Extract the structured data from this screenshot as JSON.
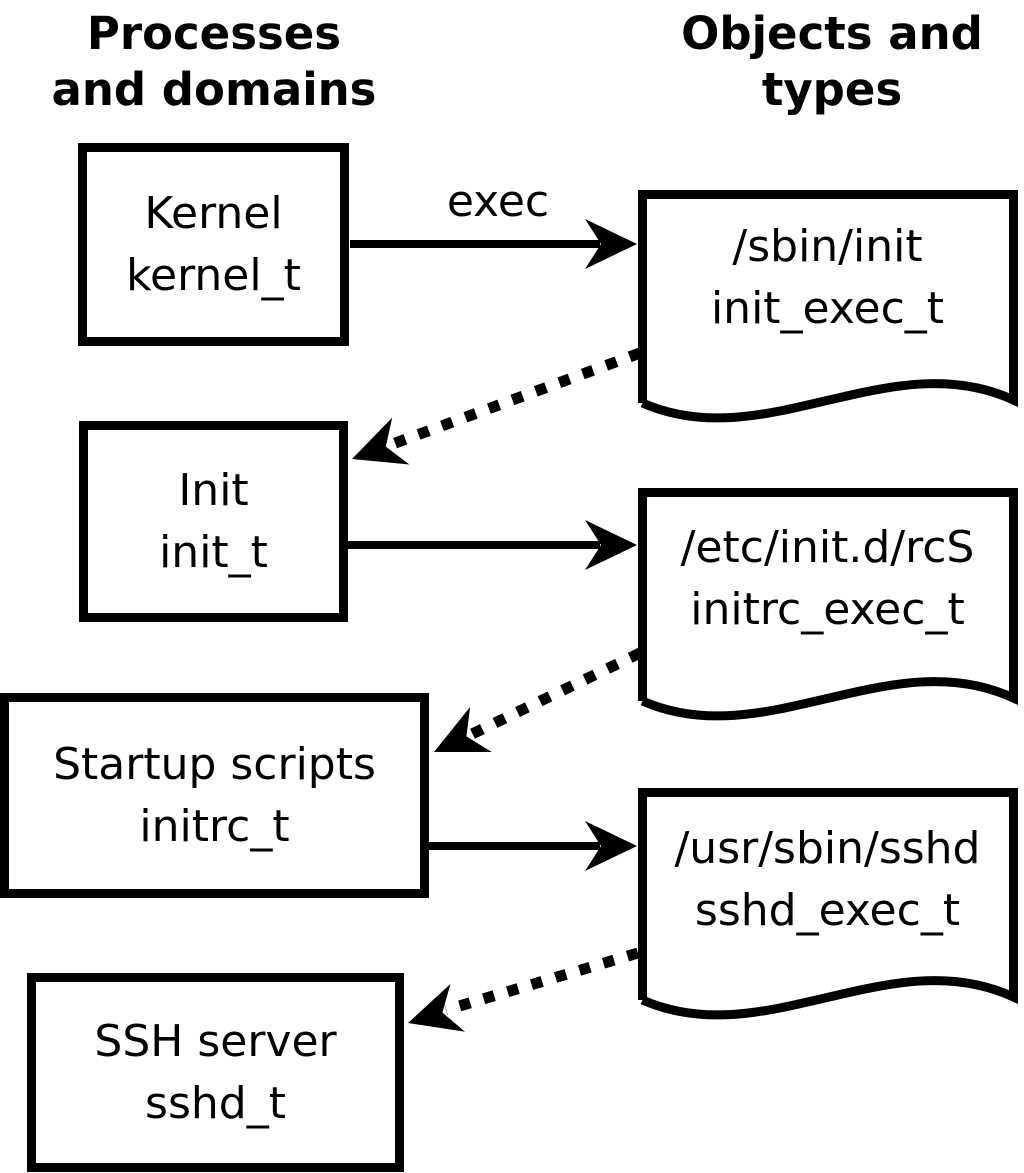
{
  "headers": {
    "left": {
      "line1": "Processes",
      "line2": "and domains"
    },
    "right": {
      "line1": "Objects and",
      "line2": "types"
    }
  },
  "nodes": {
    "processes": [
      {
        "label": "Kernel",
        "type": "kernel_t"
      },
      {
        "label": "Init",
        "type": "init_t"
      },
      {
        "label": "Startup scripts",
        "type": "initrc_t"
      },
      {
        "label": "SSH server",
        "type": "sshd_t"
      }
    ],
    "objects": [
      {
        "label": "/sbin/init",
        "type": "init_exec_t"
      },
      {
        "label": "/etc/init.d/rcS",
        "type": "initrc_exec_t"
      },
      {
        "label": "/usr/sbin/sshd",
        "type": "sshd_exec_t"
      }
    ]
  },
  "edges": {
    "exec_label": "exec",
    "transitions": [
      {
        "from": "kernel_t",
        "to": "/sbin/init",
        "style": "solid",
        "label": "exec"
      },
      {
        "from": "/sbin/init",
        "to": "init_t",
        "style": "dotted",
        "label": ""
      },
      {
        "from": "init_t",
        "to": "/etc/init.d/rcS",
        "style": "solid",
        "label": ""
      },
      {
        "from": "/etc/init.d/rcS",
        "to": "initrc_t",
        "style": "dotted",
        "label": ""
      },
      {
        "from": "initrc_t",
        "to": "/usr/sbin/sshd",
        "style": "solid",
        "label": ""
      },
      {
        "from": "/usr/sbin/sshd",
        "to": "sshd_t",
        "style": "dotted",
        "label": ""
      }
    ]
  },
  "colors": {
    "foreground": "#000000",
    "background": "#ffffff"
  }
}
